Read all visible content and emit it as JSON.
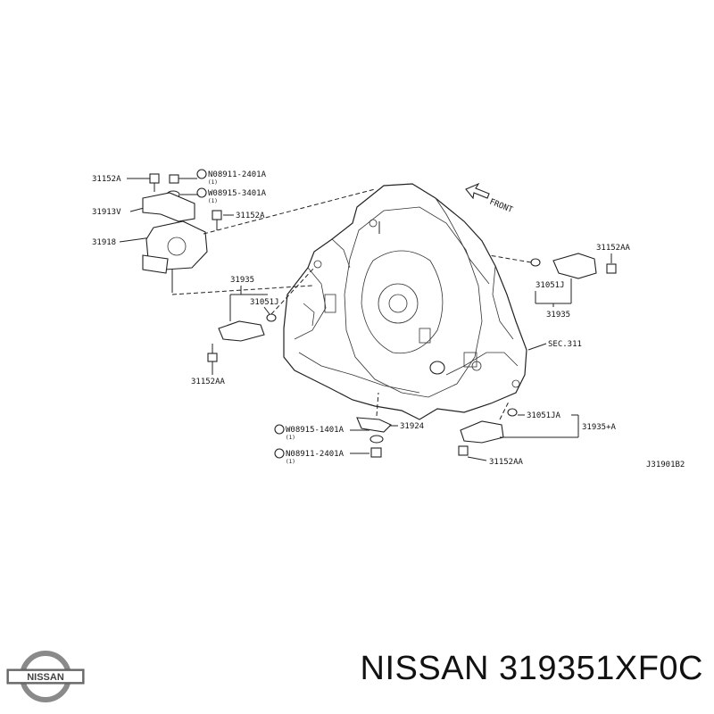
{
  "diagram": {
    "labels": {
      "l31152a_top": "31152A",
      "ln08911_top": "N08911-2401A",
      "ln08911_top_qty": "(1)",
      "lw08915_top": "W08915-3401A",
      "lw08915_top_qty": "(1)",
      "l31913v": "31913V",
      "l31152a_mid": "31152A",
      "l31918": "31918",
      "l31935_top": "31935",
      "l31051j_left": "31051J",
      "l31152aa_left": "31152AA",
      "front": "FRONT",
      "l31152aa_right": "31152AA",
      "l31051j_right": "31051J",
      "l31935_right": "31935",
      "sec311": "SEC.311",
      "l31924": "31924",
      "lw08915_bot": "W08915-1401A",
      "lw08915_bot_qty": "(1)",
      "ln08911_bot": "N08911-2401A",
      "ln08911_bot_qty": "(1)",
      "l31051ja": "31051JA",
      "l31935a": "31935+A",
      "l31152aa_bot": "31152AA",
      "drawing_code": "J31901B2"
    }
  },
  "brand": {
    "logo_text": "NISSAN",
    "part_title": "NISSAN 319351XF0C"
  }
}
